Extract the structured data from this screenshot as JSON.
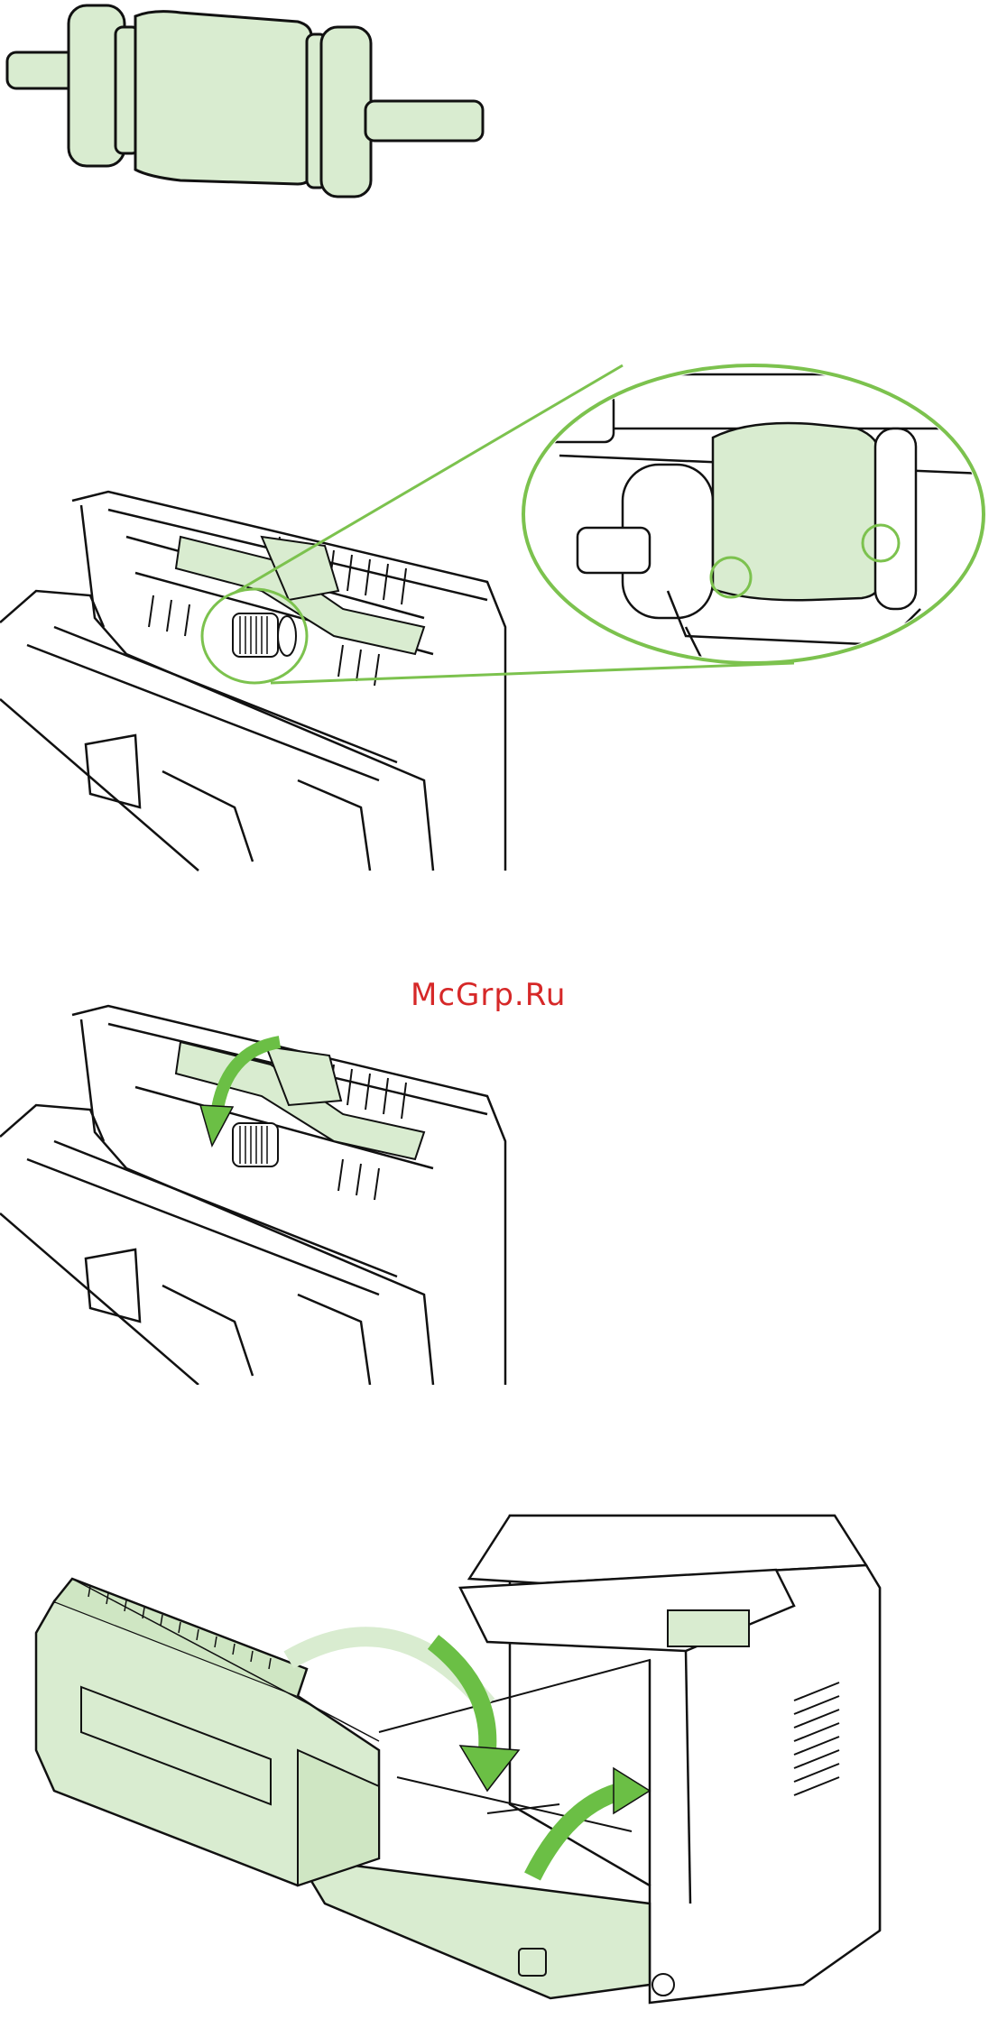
{
  "page": {
    "watermark": "McGrp.Ru"
  },
  "colors": {
    "accent_fill": "#d9ecd0",
    "accent_stroke": "#7cc24e",
    "arrow_green": "#6bbf45",
    "line": "#111111",
    "watermark": "#d62828"
  },
  "figures": [
    {
      "name": "pickup-roller-illustration"
    },
    {
      "name": "roller-location-with-magnified-callout"
    },
    {
      "name": "close-roller-cover-illustration"
    },
    {
      "name": "reinsert-toner-cartridge-illustration"
    }
  ]
}
